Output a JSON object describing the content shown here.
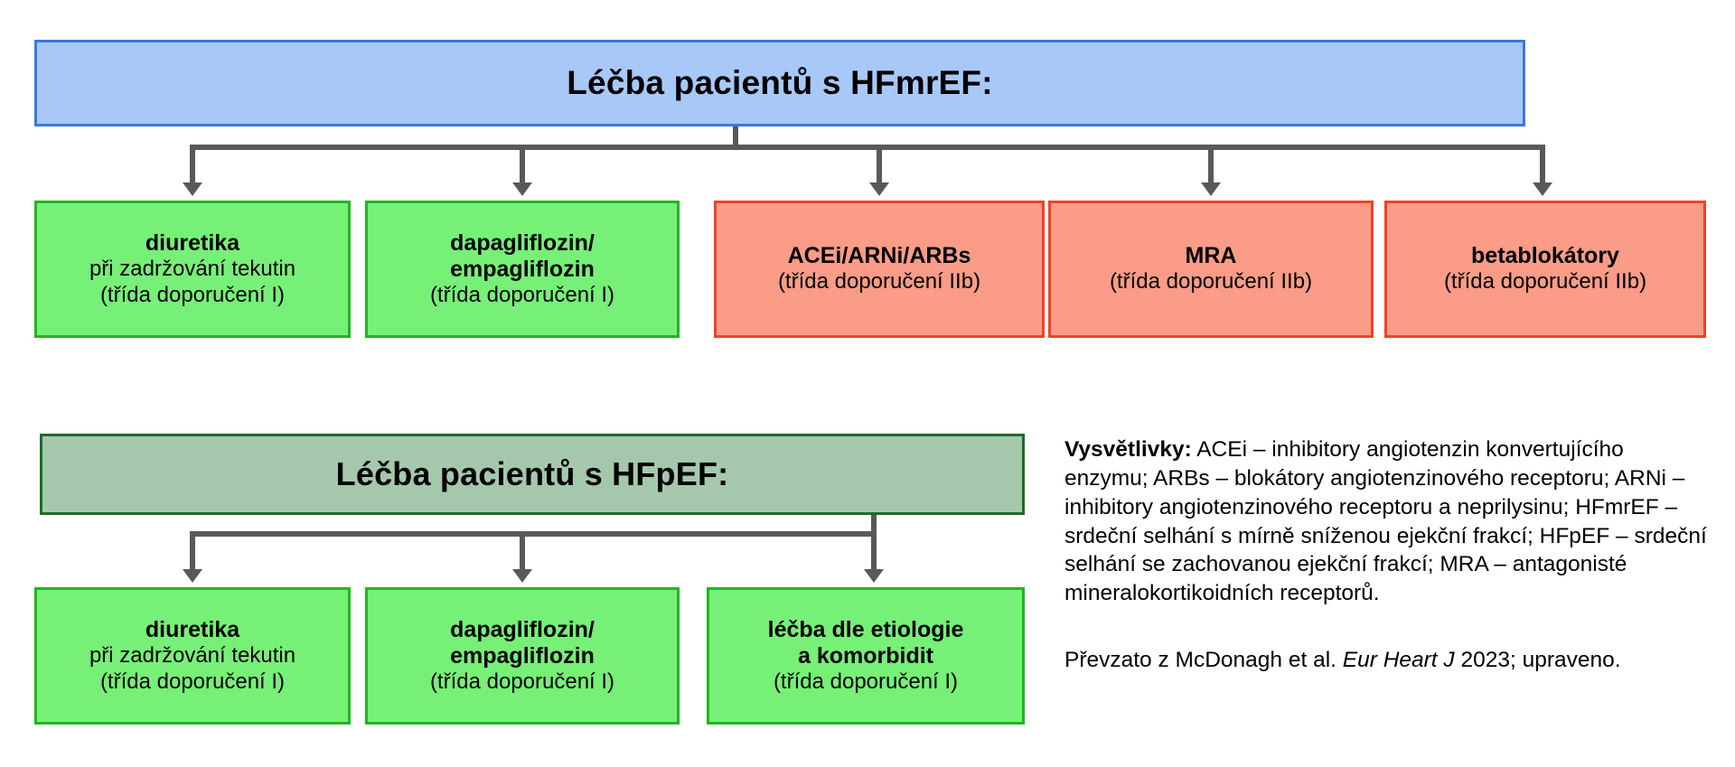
{
  "sections": [
    {
      "id": "hfmref",
      "header": "Léčba pacientů s HFmrEF:",
      "header_bg": "#a8c8f8",
      "header_border": "#3c78d8",
      "boxes": [
        {
          "title": "diuretika",
          "subtitle": "při zadržování tekutin",
          "class_line": "(třída doporučení I)",
          "color": "green"
        },
        {
          "title": "dapagliflozin/",
          "title2": "empagliflozin",
          "class_line": "(třída doporučení I)",
          "color": "green"
        },
        {
          "title": "ACEi/ARNi/ARBs",
          "class_line": "(třída doporučení IIb)",
          "color": "red"
        },
        {
          "title": "MRA",
          "class_line": "(třída doporučení IIb)",
          "color": "red"
        },
        {
          "title": "betablokátory",
          "class_line": "(třída doporučení IIb)",
          "color": "red"
        }
      ]
    },
    {
      "id": "hfpef",
      "header": "Léčba pacientů s HFpEF:",
      "header_bg": "#a5c8ad",
      "header_border": "#1e6b28",
      "boxes": [
        {
          "title": "diuretika",
          "subtitle": "při zadržování tekutin",
          "class_line": "(třída doporučení I)",
          "color": "green"
        },
        {
          "title": "dapagliflozin/",
          "title2": "empagliflozin",
          "class_line": "(třída doporučení I)",
          "color": "green"
        },
        {
          "title": "léčba dle etiologie",
          "title2": "a komorbidit",
          "class_line": "(třída doporučení I)",
          "color": "green"
        }
      ]
    }
  ],
  "legend": {
    "label": "Vysvětlivky:",
    "body": " ACEi – inhibitory angiotenzin konvertujícího enzymu; ARBs – blokátory angiotenzinového receptoru; ARNi – inhibitory angiotenzinového receptoru a neprilysinu; HFmrEF – srdeční selhání s mírně sníženou ejekční frakcí; HFpEF – srdeční selhání se zachovanou ejekční frakcí; MRA – antagonisté mineralokortikoidních receptorů.",
    "source_prefix": "Převzato z McDonagh et al. ",
    "source_journal": "Eur Heart J",
    "source_suffix": " 2023; upraveno."
  },
  "colors": {
    "green_fill": "#77f077",
    "green_border": "#22b522",
    "red_fill": "#fa9c87",
    "red_border": "#f0412a",
    "connector": "#595959"
  }
}
